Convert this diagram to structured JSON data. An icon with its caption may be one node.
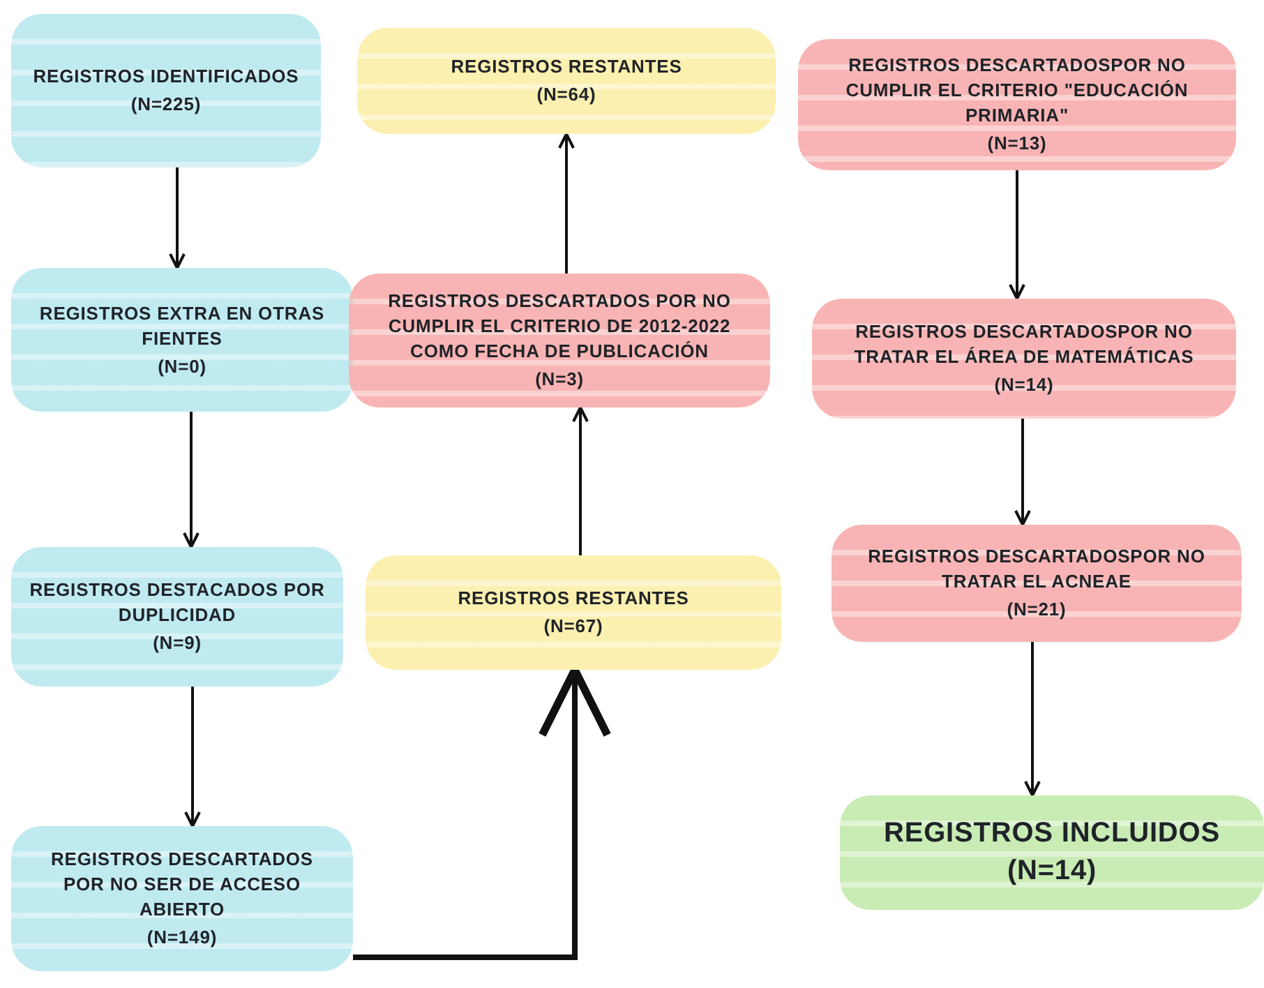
{
  "diagram": {
    "nodes": [
      {
        "text": [
          "REGISTROS IDENTIFICADOS",
          "(N=225)"
        ]
      },
      {
        "text": [
          "REGISTROS EXTRA EN OTRAS FIENTES",
          "(N=0)"
        ]
      },
      {
        "text": [
          "REGISTROS DESTACADOS POR DUPLICIDAD",
          "(N=9)"
        ]
      },
      {
        "text": [
          "REGISTROS DESCARTADOS POR NO SER DE ACCESO ABIERTO",
          "(N=149)"
        ]
      },
      {
        "text": [
          "REGISTROS RESTANTES",
          "(N=67)"
        ]
      },
      {
        "text": [
          "REGISTROS DESCARTADOS POR NO CUMPLIR EL CRITERIO DE 2012-2022 COMO FECHA DE PUBLICACIÓN",
          "(N=3)"
        ]
      },
      {
        "text": [
          "REGISTROS RESTANTES",
          "(N=64)"
        ]
      },
      {
        "text": [
          "REGISTROS DESCARTADOSPOR NO CUMPLIR EL CRITERIO \"EDUCACIÓN PRIMARIA\"",
          "(N=13)"
        ]
      },
      {
        "text": [
          "REGISTROS DESCARTADOSPOR NO TRATAR EL ÁREA DE MATEMÁTICAS",
          "(N=14)"
        ]
      },
      {
        "text": [
          "REGISTROS DESCARTADOSPOR NO TRATAR EL ACNEAE",
          "(N=21)"
        ]
      },
      {
        "text": [
          "REGISTROS INCLUIDOS",
          "(N=14)"
        ]
      }
    ],
    "edges": [
      {
        "from": 0,
        "to": 1,
        "arrow": "to"
      },
      {
        "from": 1,
        "to": 2,
        "arrow": "to"
      },
      {
        "from": 2,
        "to": 3,
        "arrow": "to"
      },
      {
        "from": 3,
        "to": 4,
        "arrow": "to",
        "style": "thick"
      },
      {
        "from": 4,
        "to": 5,
        "arrow": "to"
      },
      {
        "from": 5,
        "to": 6,
        "arrow": "to"
      },
      {
        "from": 7,
        "to": 8,
        "arrow": "to"
      },
      {
        "from": 8,
        "to": 9,
        "arrow": "to"
      },
      {
        "from": 9,
        "to": 10,
        "arrow": "to"
      }
    ]
  }
}
